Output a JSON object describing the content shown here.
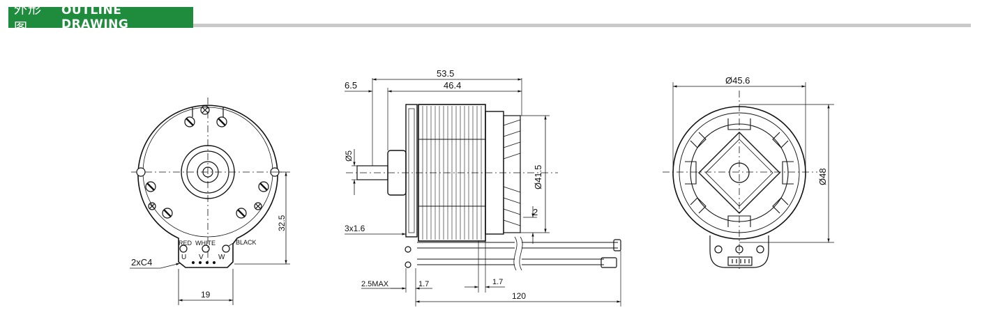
{
  "header": {
    "title_zh": "外形图",
    "title_en": "OUTLINE DRAWING",
    "accent_color": "#1f8b3c",
    "rule_color": "#c9c9c9"
  },
  "front_view": {
    "wire_labels": [
      "RED",
      "WHITE",
      "BLACK"
    ],
    "terminal_labels": [
      "U",
      "V",
      "W"
    ],
    "dims": {
      "chamfer": "2xC4",
      "width": "19",
      "height": "32.5"
    }
  },
  "side_view": {
    "dims": {
      "overall": "53.5",
      "body": "46.4",
      "shaft_ext": "6.5",
      "shaft_dia": "Ø5",
      "body_dia": "Ø41.5",
      "offset": "2",
      "hole": "3x1.6",
      "max_offset": "2.5MAX",
      "flange1": "1.7",
      "flange2": "1.7",
      "lead_length": "120"
    }
  },
  "rear_view": {
    "dims": {
      "outer_dia": "Ø45.6",
      "height_dia": "Ø48"
    }
  }
}
